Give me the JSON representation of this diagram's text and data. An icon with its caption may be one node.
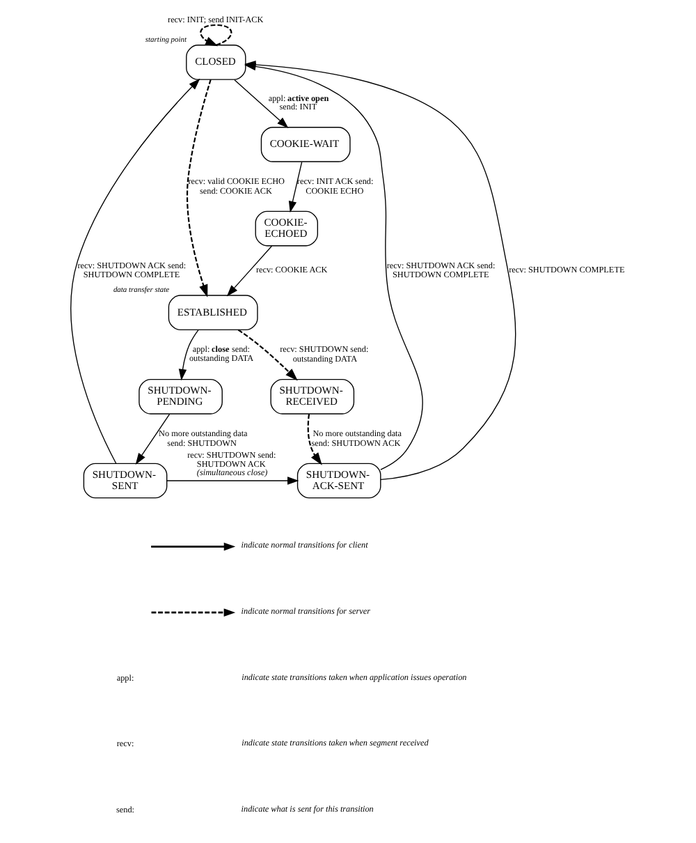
{
  "diagram": {
    "nodes": [
      {
        "text": [
          "CLOSED"
        ],
        "beside": [
          "starting point"
        ]
      },
      {
        "text": [
          "COOKIE-WAIT"
        ]
      },
      {
        "text": [
          "COOKIE- ECHOED"
        ]
      },
      {
        "text": [
          "ESTABLISHED"
        ],
        "beside": [
          "data transfer state"
        ]
      },
      {
        "text": [
          "SHUTDOWN- PENDING"
        ]
      },
      {
        "text": [
          "SHUTDOWN- RECEIVED"
        ]
      },
      {
        "text": [
          "SHUTDOWN- SENT"
        ]
      },
      {
        "text": [
          "SHUTDOWN- ACK-SENT"
        ]
      }
    ],
    "edges": [
      {
        "from": 0,
        "to": 0,
        "arrow": "to",
        "style": "dashed",
        "label": "recv: INIT; send INIT-ACK"
      },
      {
        "from": 0,
        "to": 1,
        "arrow": "to",
        "label": "appl: **active open** send: INIT"
      },
      {
        "from": 0,
        "to": 3,
        "arrow": "to",
        "style": "dashed",
        "label": "recv: valid COOKIE ECHO send: COOKIE ACK"
      },
      {
        "from": 1,
        "to": 2,
        "arrow": "to",
        "label": "recv: INIT ACK send: COOKIE ECHO"
      },
      {
        "from": 2,
        "to": 3,
        "arrow": "to",
        "label": "recv: COOKIE ACK"
      },
      {
        "from": 3,
        "to": 4,
        "arrow": "to",
        "label": "appl: **close** send: outstanding DATA"
      },
      {
        "from": 3,
        "to": 5,
        "arrow": "to",
        "style": "dashed",
        "label": "recv: SHUTDOWN send: outstanding DATA"
      },
      {
        "from": 4,
        "to": 6,
        "arrow": "to",
        "label": "No more outstanding data send: SHUTDOWN"
      },
      {
        "from": 5,
        "to": 7,
        "arrow": "to",
        "style": "dashed",
        "label": "No more outstanding data send: SHUTDOWN ACK"
      },
      {
        "from": 6,
        "to": 7,
        "arrow": "to",
        "label": "recv: SHUTDOWN send: SHUTDOWN ACK *(simultaneous close)*"
      },
      {
        "from": 6,
        "to": 0,
        "arrow": "to",
        "label": "recv: SHUTDOWN ACK send: SHUTDOWN COMPLETE"
      },
      {
        "from": 7,
        "to": 0,
        "arrow": "to",
        "label": "recv: SHUTDOWN COMPLETE"
      },
      {
        "from": 7,
        "to": 0,
        "arrow": "to",
        "label": "recv: SHUTDOWN ACK send: SHUTDOWN COMPLETE"
      }
    ],
    "labels": [
      "appl:",
      "indicate state transitions taken when application issues operation",
      "recv:",
      "indicate state transitions taken when segment received",
      "send:",
      "indicate what is sent for this transition"
    ],
    "legend": [
      {
        "text": "indicate normal transitions for client"
      },
      {
        "text": "indicate normal transitions for server"
      }
    ]
  }
}
